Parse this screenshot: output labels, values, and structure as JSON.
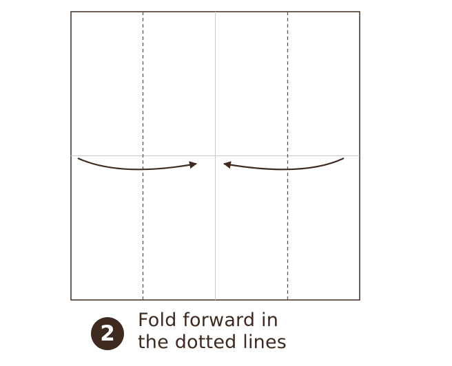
{
  "step": {
    "number": "2",
    "instruction_lines": [
      "Fold forward in",
      "the dotted lines"
    ]
  },
  "colors": {
    "ink": "#3e2a1e",
    "crease": "#c9c9c9",
    "paper_border": "#3e2a1e",
    "fold_line": "#6b4f3f"
  },
  "icons": {
    "left_arrow": "curved-arrow-right-icon",
    "right_arrow": "curved-arrow-left-icon"
  }
}
